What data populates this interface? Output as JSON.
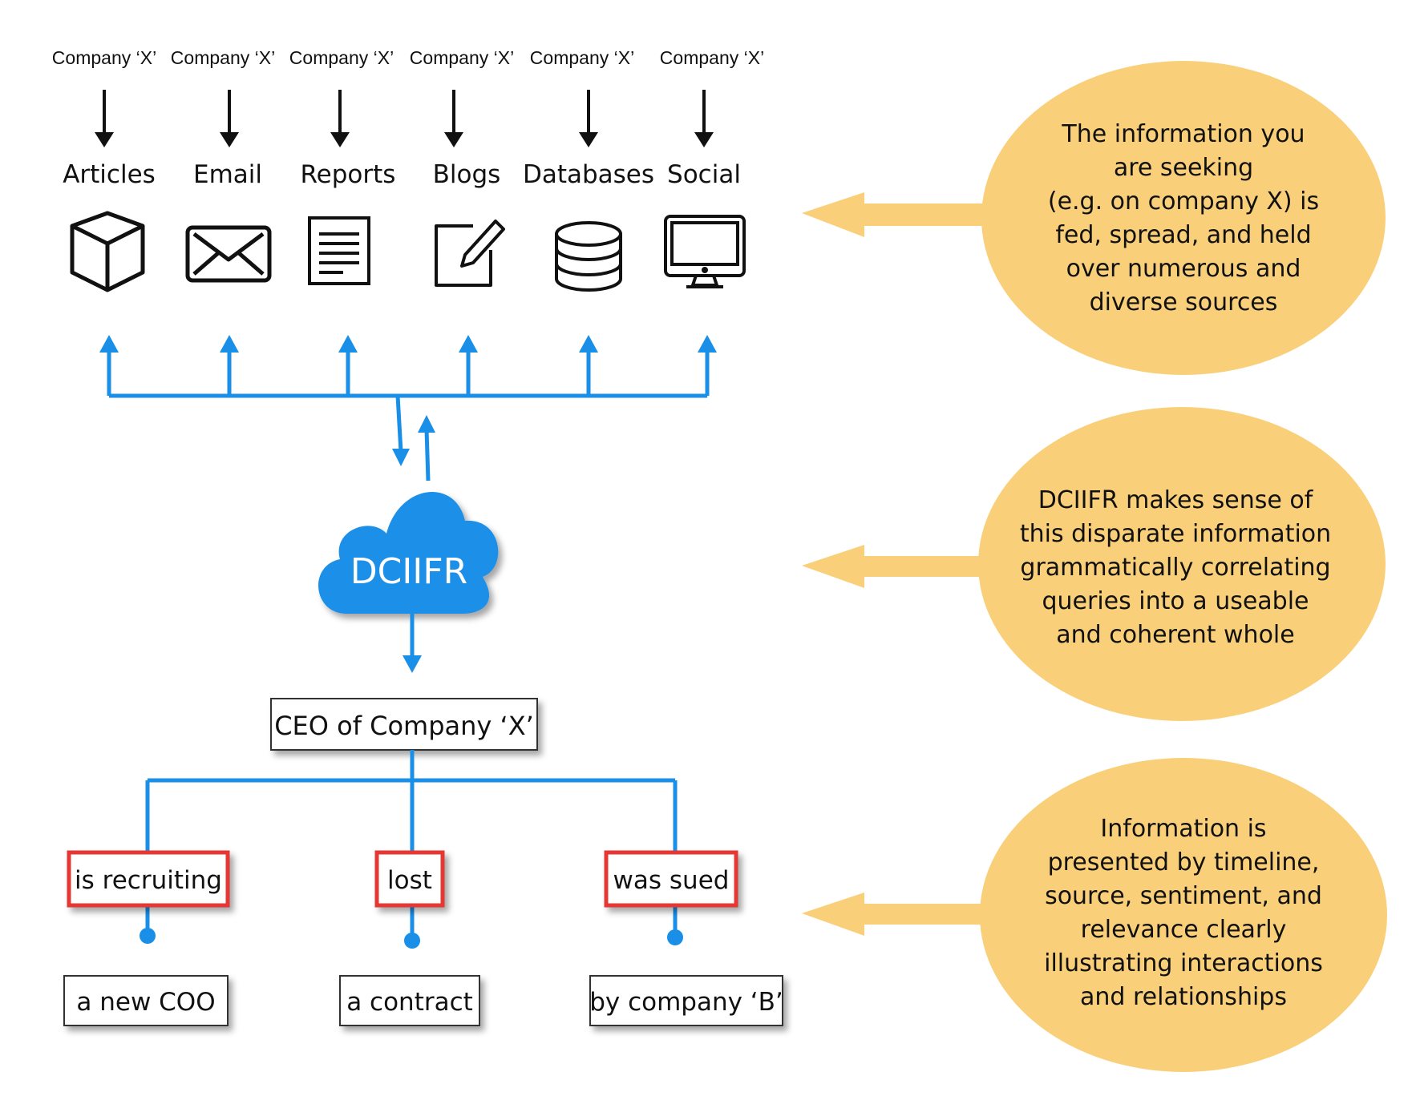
{
  "sources": [
    {
      "company_label": "Company ‘X’",
      "name": "Articles",
      "icon": "book-icon"
    },
    {
      "company_label": "Company ‘X’",
      "name": "Email",
      "icon": "envelope-icon"
    },
    {
      "company_label": "Company ‘X’",
      "name": "Reports",
      "icon": "document-icon"
    },
    {
      "company_label": "Company ‘X’",
      "name": "Blogs",
      "icon": "pencil-edit-icon"
    },
    {
      "company_label": "Company ‘X’",
      "name": "Databases",
      "icon": "database-icon"
    },
    {
      "company_label": "Company ‘X’",
      "name": "Social",
      "icon": "monitor-icon"
    }
  ],
  "cloud": {
    "label": "DCIIFR",
    "icon": "cloud-icon"
  },
  "tree": {
    "root": "CEO of Company ‘X’",
    "branches": [
      {
        "verb": "is recruiting",
        "object": "a new COO"
      },
      {
        "verb": "lost",
        "object": "a contract"
      },
      {
        "verb": "was sued",
        "object": "by company ‘B’"
      }
    ]
  },
  "callouts": [
    {
      "lines": [
        "The information you",
        "are seeking",
        "(e.g. on company X) is",
        "fed, spread, and held",
        "over numerous and",
        "diverse sources"
      ]
    },
    {
      "lines": [
        "DCIIFR makes sense of",
        "this disparate information",
        "grammatically correlating",
        "queries into a useable",
        "and coherent whole"
      ]
    },
    {
      "lines": [
        "Information is",
        "presented by timeline,",
        "source, sentiment, and",
        "relevance clearly",
        "illustrating interactions",
        "and relationships"
      ]
    }
  ],
  "colors": {
    "flow_line": "#1a8fe8",
    "cloud": "#1a8fe8",
    "callout": "#f9d079",
    "verb_border": "#e53935",
    "box_border": "#333333"
  }
}
